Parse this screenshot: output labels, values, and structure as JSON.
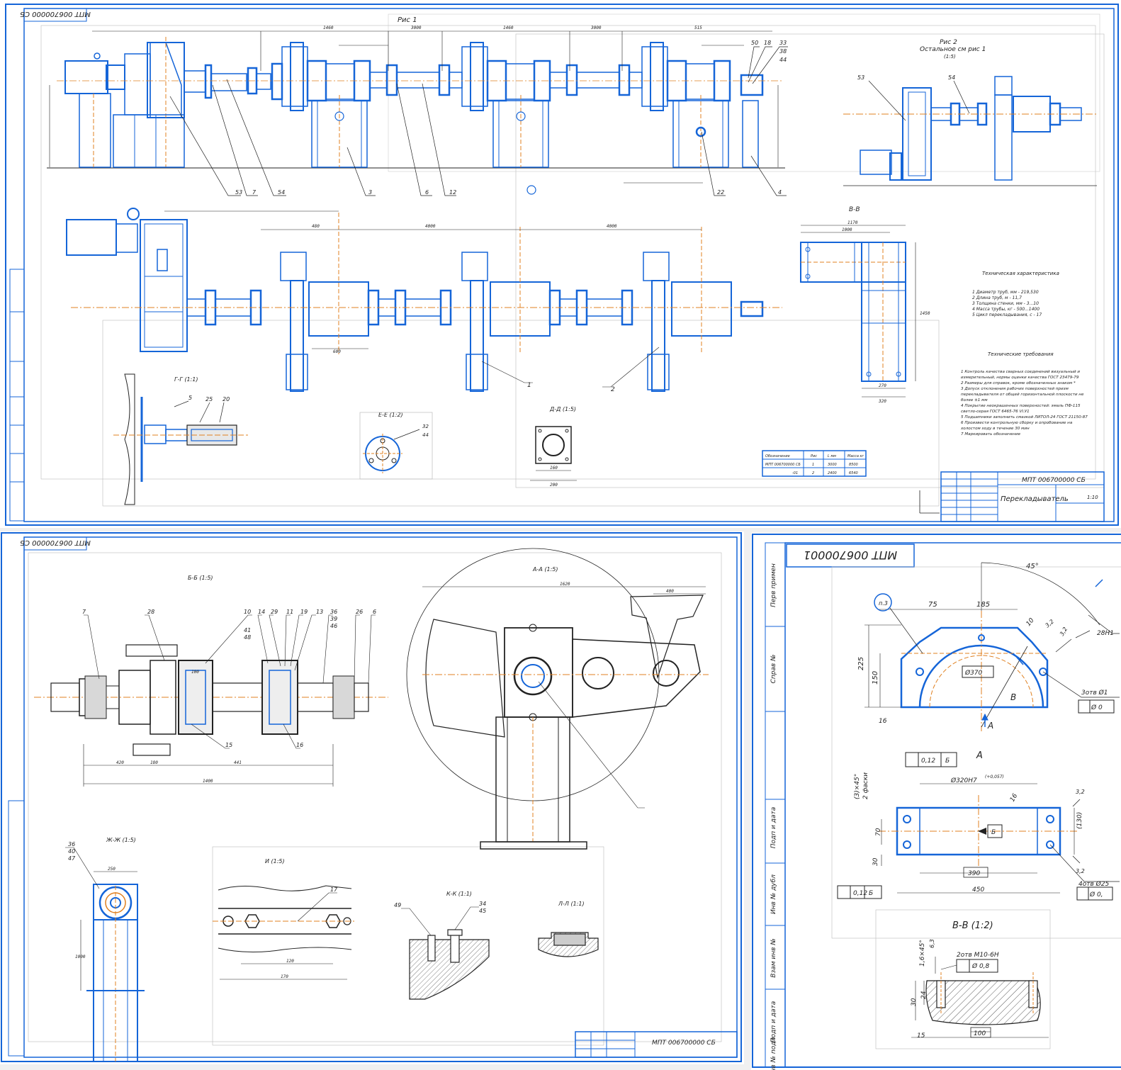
{
  "sheet1": {
    "stamp_code": "МПТ 006700000 СБ",
    "fig1_label": "Рис 1",
    "fig2_label": "Рис 2",
    "fig2_note": "Остальное см рис 1",
    "fig2_scale": "(1:5)",
    "view_vv": "В-В",
    "view_gg": "Г-Г (1:1)",
    "view_ee": "Е-Е (1:2)",
    "view_dd": "Д-Д (1:5)",
    "tech_char_title": "Техническая характеристика",
    "tech_char_items": [
      "1 Диаметр труб, мм        - 219,530",
      "2 Длина труб, м           - 11,7",
      "3 Толщина стенки, мм      - 3...10",
      "4 Масса трубы, кг         - 500...1400",
      "5 Цикл перекладывания, с  - 17"
    ],
    "tech_req_title": "Технические требования",
    "tech_req_items": [
      "1 Контроль качества сварных соединений визуальный и",
      "измерительный, нормы оценки качества ГОСТ 23479-79",
      "2 Размеры для справок, кроме обозначенных знаком *",
      "3 Допуск отклонения рабочих поверхностей призм",
      "перекладывателя от общей горизонтальной плоскости не",
      "более ±1 мм",
      "4 Покрытие неокрашенных поверхностей: эмаль ПФ-115",
      "светло-серая ГОСТ 6465-76 VI.У1",
      "5 Подшипники заполнить смазкой ЛИТОЛ-24 ГОСТ 21150-87",
      "6 Произвести контрольную сборку и опробование на",
      "холостом ходу в течение 30 мин",
      "7 Маркировать обозначение"
    ],
    "variants_table": {
      "headers": [
        "Обозначение",
        "Рис",
        "L мм",
        "Масса кг"
      ],
      "rows": [
        [
          "МПТ 006700000 СБ",
          "1",
          "3000",
          "8500"
        ],
        [
          "-01",
          "2",
          "2400",
          "6540"
        ]
      ]
    },
    "title_block": {
      "code": "МПТ 006700000 СБ",
      "name": "Перекладыватель",
      "scale": "1:10"
    },
    "leaders_top": [
      "53",
      "7",
      "54",
      "3",
      "6",
      "12",
      "22",
      "4",
      "50",
      "18",
      "33",
      "38",
      "44"
    ],
    "leaders_mid": [
      "1",
      "2"
    ],
    "leaders_gg": [
      "5",
      "25",
      "20"
    ],
    "leaders_ee": [
      "32",
      "44"
    ],
    "dims_top": [
      "1460",
      "3000",
      "1460",
      "3000",
      "515"
    ],
    "dims_mid": [
      "4000",
      "4000",
      "480",
      "600"
    ],
    "dims_vv": [
      "1170",
      "1000",
      "1450",
      "270",
      "320"
    ],
    "dims_dd": [
      "160",
      "200"
    ]
  },
  "sheet2": {
    "stamp_code": "МПТ 006700000 СБ",
    "view_bb": "Б-Б (1:5)",
    "view_aa": "А-А (1:5)",
    "view_zhzh": "Ж-Ж (1:5)",
    "view_ii": "И (1:5)",
    "view_kk": "К-К (1:1)",
    "view_ll": "Л-Л (1:1)",
    "leaders_bb": [
      "7",
      "28",
      "10",
      "14",
      "29",
      "11",
      "19",
      "13",
      "36",
      "39",
      "46",
      "26",
      "6",
      "41",
      "48",
      "15",
      "16"
    ],
    "leaders_zhzh": [
      "36",
      "40",
      "47"
    ],
    "leaders_ii": [
      "17"
    ],
    "leaders_kk": [
      "49",
      "34",
      "45"
    ],
    "dims_bb": [
      "420",
      "180",
      "100",
      "441",
      "1400"
    ],
    "dims_aa": [
      "1620",
      "400"
    ],
    "dims_zhzh": [
      "250",
      "1000"
    ],
    "dims_ii": [
      "120",
      "170"
    ],
    "title_code": "МПТ 006700000 СБ"
  },
  "sheet3": {
    "stamp_code": "МПТ 006700001",
    "side_labels": [
      "Перв примен",
      "Справ №",
      "Подп и дата",
      "Инв № дубл",
      "Взам инв №",
      "Подп и дата",
      "Инв № подл"
    ],
    "callout_p3": "п.3",
    "angle_45": "45°",
    "dim_75": "75",
    "dim_185": "185",
    "dim_10": "10",
    "dim_225": "225",
    "dim_150": "150",
    "dim_16": "16",
    "dia_370": "Ø370",
    "roughness_32": "3,2",
    "fit_28h": "28H1",
    "holes_label_top": "3отв Ø1",
    "tol_top": "Ø 0",
    "label_a_arrow": "A",
    "label_b": "B",
    "view_a": "A",
    "flat_012": "0,12",
    "flat_b": "Б",
    "dia_320": "Ø320Н7",
    "dia_320_tol": "(+0,057)",
    "chamfer": "(3)×45°",
    "chamfer_note": "2 фаски",
    "dim_70": "70",
    "dim_30": "30",
    "dim_390": "390",
    "dim_450": "450",
    "dim_130": "(130)",
    "dim_16b": "16",
    "holes_label_bot": "4отв Ø25",
    "tol_bot": "Ø 0,",
    "datum_b": "Б",
    "view_bb": "В-В (1:2)",
    "thread_note": "2отв М10-6Н",
    "tol_thread": "Ø 0,8",
    "chamfer2": "1,6×45°",
    "dim_63": "6,3",
    "dim_24": "24",
    "dim_30b": "30",
    "dim_15": "15",
    "dim_100": "100"
  }
}
